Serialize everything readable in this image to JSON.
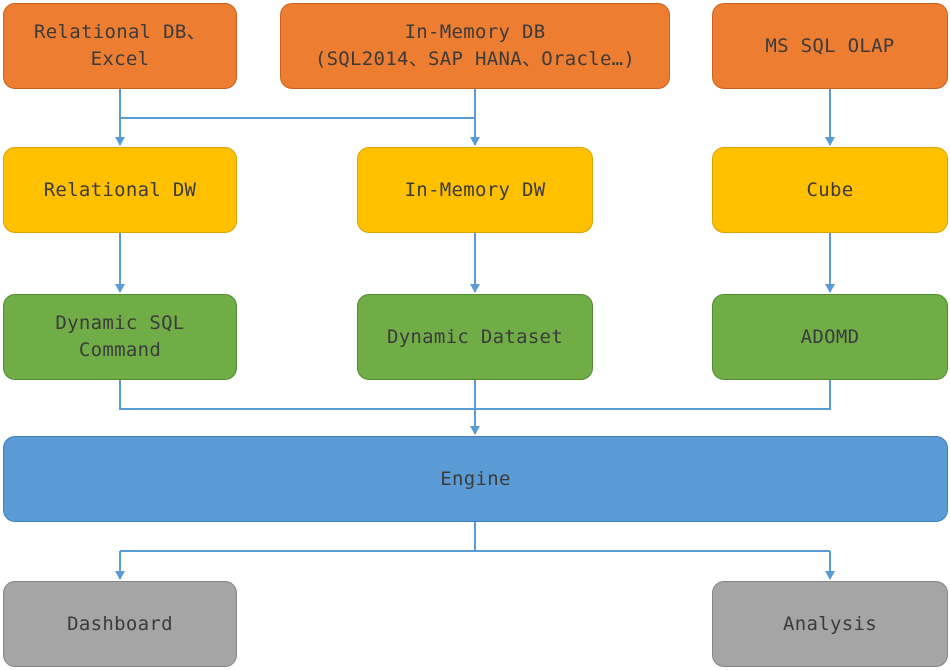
{
  "diagram": {
    "sources": {
      "relational_db": "Relational DB、\nExcel",
      "inmemory_db": "In-Memory DB\n(SQL2014、SAP HANA、Oracle…)",
      "ms_sql_olap": "MS SQL OLAP"
    },
    "warehouses": {
      "relational_dw": "Relational DW",
      "inmemory_dw": "In-Memory DW",
      "cube": "Cube"
    },
    "access": {
      "dynamic_sql": "Dynamic SQL\nCommand",
      "dynamic_dataset": "Dynamic Dataset",
      "adomd": "ADOMD"
    },
    "engine": "Engine",
    "outputs": {
      "dashboard": "Dashboard",
      "analysis": "Analysis"
    },
    "colors": {
      "source": "#ed7d31",
      "warehouse": "#ffc000",
      "access": "#70ad47",
      "engine": "#5b9bd5",
      "output": "#a5a5a5",
      "connector": "#5b9bd5"
    }
  }
}
